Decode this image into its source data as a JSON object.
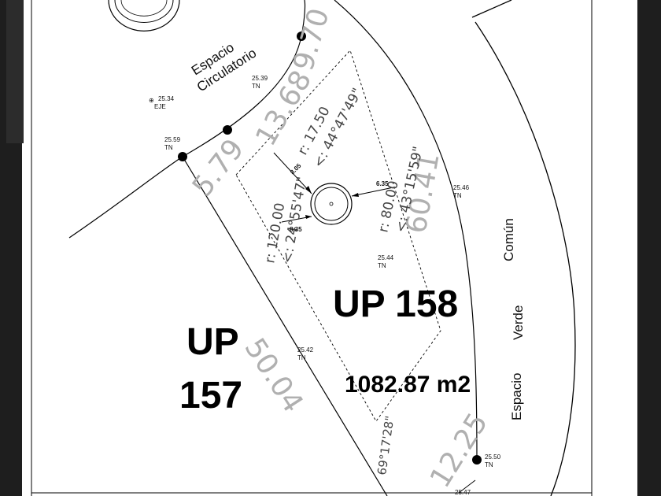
{
  "colors": {
    "frame_bg": "#1e1e1e",
    "sheet_bg": "#ffffff",
    "ink": "#000000",
    "dim_text": "#b0b0b0"
  },
  "lots": {
    "up158_label": "UP 158",
    "up158_area": "1082.87 m2",
    "up157_line1": "UP",
    "up157_line2": "157"
  },
  "streets": {
    "circ_line1": "Espacio",
    "circ_line2": "Circulatorio",
    "green_1": "Común",
    "green_2": "Verde",
    "green_3": "Espacio"
  },
  "dimensions": {
    "d_9_70": "9.70",
    "d_13_68": "13.68",
    "d_5_79": "5.79",
    "d_60_41": "60.41",
    "d_50_04": "50.04",
    "d_12_25": "12.25",
    "curve1_r": "r: 17.50",
    "curve1_a": "<: 44°47'49\"",
    "curve2_r": "r: 80.00",
    "curve2_a": "<: 43°15'59\"",
    "curve3_r": "r: 120.00",
    "curve3_a": "<: 24°55'47\"",
    "angle_bottom": "69°17'28\"",
    "off_805": "8.05",
    "off_635": "6.35",
    "off_835": "8.35"
  },
  "elevations": {
    "e1": "25.34",
    "e1_tag": "EJE",
    "e2": "25.39",
    "e2_tag": "TN",
    "e3": "25.59",
    "e3_tag": "TN",
    "e4": "25.46",
    "e4_tag": "TN",
    "e5": "25.44",
    "e5_tag": "TN",
    "e6": "25.42",
    "e6_tag": "TN",
    "e7": "25.50",
    "e7_tag": "TN",
    "e8": "25.47"
  }
}
